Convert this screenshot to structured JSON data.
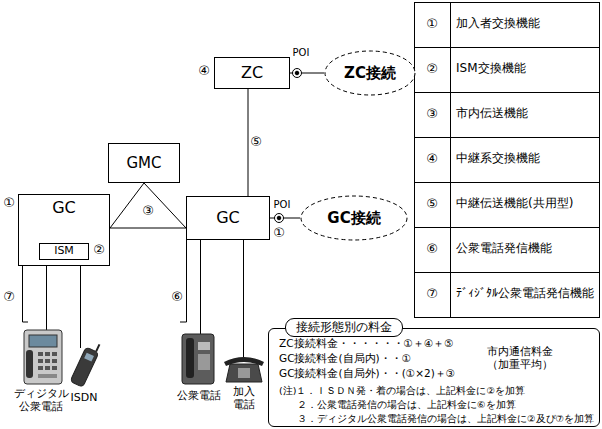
{
  "diagram": {
    "nodes": [
      {
        "text": [
          "ZC"
        ]
      },
      {
        "text": [
          "ZC接続"
        ]
      },
      {
        "text": [
          "GMC"
        ]
      },
      {
        "text": [
          "GC"
        ]
      },
      {
        "text": [
          "ISM"
        ],
        "in": 3
      },
      {
        "text": [
          "GC"
        ]
      },
      {
        "text": [
          "GC接続"
        ]
      },
      {
        "text": [
          "接続形態別の料金",
          "ZC接続料金・・・・・・①＋④＋⑤",
          "GC接続料金(自局内)・・①",
          "GC接続料金(自局外)・・(①×2)＋③",
          "市内通信料金 （加重平均）",
          "(注)１．ＩＳＤＮ発・着の場合は、上記料金に②を加算",
          "２．公衆電話発信の場合は、上記料金に⑥を加算",
          "３．ディジタル公衆電話発信の場合は、上記料金に②及び⑦を加算"
        ]
      }
    ],
    "edges": [
      {
        "from": 0,
        "to": 1,
        "arrow": "none"
      },
      {
        "from": 0,
        "to": 5,
        "arrow": "none"
      },
      {
        "from": 2,
        "to": 3,
        "arrow": "none"
      },
      {
        "from": 2,
        "to": 5,
        "arrow": "none"
      },
      {
        "from": 3,
        "to": 5,
        "arrow": "none"
      },
      {
        "from": 5,
        "to": 6,
        "arrow": "none"
      }
    ],
    "labels": [
      "④",
      "POI",
      "⑤",
      "③",
      "①",
      "②",
      "POI",
      "①",
      "⑦",
      "⑥",
      "ディジタル 公衆電話",
      "ISDN",
      "公衆電話",
      "加入 電話",
      "①",
      "加入者交換機能",
      "②",
      "ISM交換機能",
      "③",
      "市内伝送機能",
      "④",
      "中継系交換機能",
      "⑤",
      "中継伝送機能(共用型)",
      "⑥",
      "公衆電話発信機能",
      "⑦",
      "ﾃﾞｨｼﾞﾀﾙ公衆電話発信機能"
    ]
  }
}
